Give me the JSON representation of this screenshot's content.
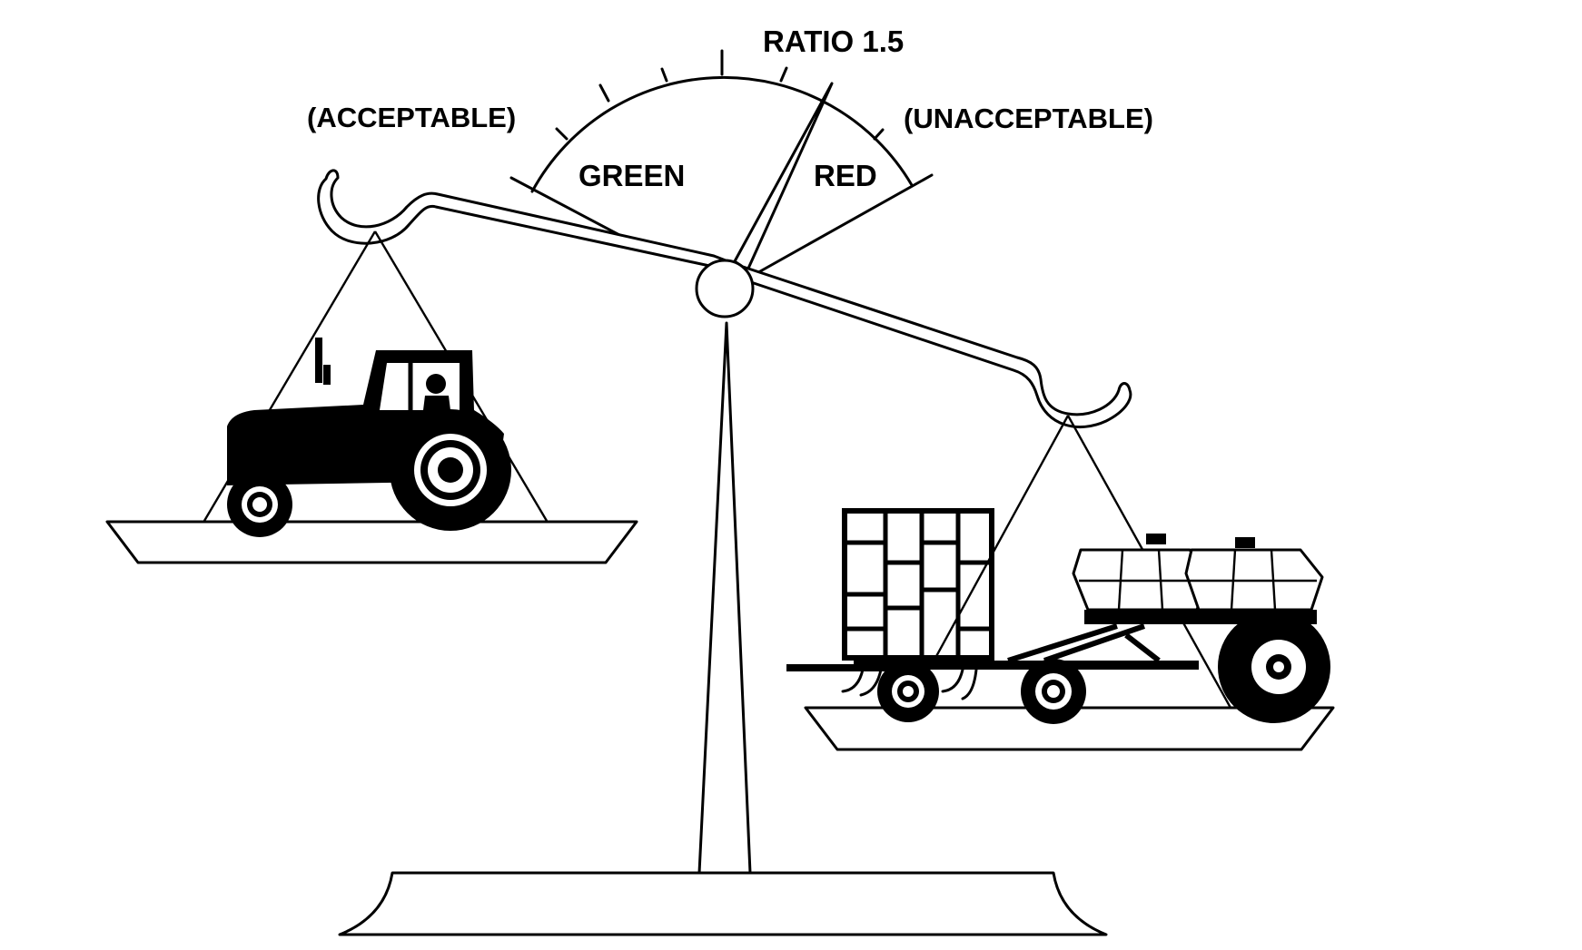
{
  "gauge": {
    "ratio_label": "RATIO 1.5",
    "left_zone_label": "GREEN",
    "right_zone_label": "RED",
    "acceptable_label": "(ACCEPTABLE)",
    "unacceptable_label": "(UNACCEPTABLE)",
    "ratio_value": 1.5
  },
  "colors": {
    "ink": "#000000",
    "paper": "#ffffff"
  },
  "icons": {
    "left_pan_load": "tractor-icon",
    "right_pan_load": "air-seeder-icon"
  }
}
